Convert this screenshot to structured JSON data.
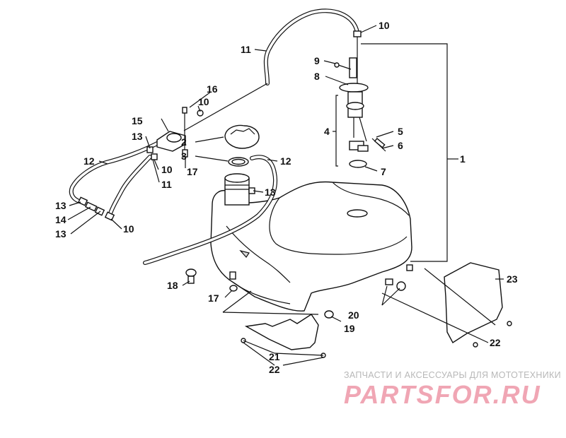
{
  "diagram": {
    "callouts": [
      {
        "id": "c1",
        "label": "1"
      },
      {
        "id": "c2",
        "label": "2"
      },
      {
        "id": "c3",
        "label": "3"
      },
      {
        "id": "c4",
        "label": "4"
      },
      {
        "id": "c5",
        "label": "5"
      },
      {
        "id": "c6",
        "label": "6"
      },
      {
        "id": "c7",
        "label": "7"
      },
      {
        "id": "c8",
        "label": "8"
      },
      {
        "id": "c9",
        "label": "9"
      },
      {
        "id": "c10a",
        "label": "10"
      },
      {
        "id": "c10b",
        "label": "10"
      },
      {
        "id": "c10c",
        "label": "10"
      },
      {
        "id": "c10d",
        "label": "10"
      },
      {
        "id": "c11a",
        "label": "11"
      },
      {
        "id": "c11b",
        "label": "11"
      },
      {
        "id": "c12a",
        "label": "12"
      },
      {
        "id": "c12b",
        "label": "12"
      },
      {
        "id": "c13a",
        "label": "13"
      },
      {
        "id": "c13b",
        "label": "13"
      },
      {
        "id": "c13c",
        "label": "13"
      },
      {
        "id": "c13d",
        "label": "13"
      },
      {
        "id": "c14",
        "label": "14"
      },
      {
        "id": "c15",
        "label": "15"
      },
      {
        "id": "c16",
        "label": "16"
      },
      {
        "id": "c17a",
        "label": "17"
      },
      {
        "id": "c17b",
        "label": "17"
      },
      {
        "id": "c18",
        "label": "18"
      },
      {
        "id": "c19",
        "label": "19"
      },
      {
        "id": "c20",
        "label": "20"
      },
      {
        "id": "c21",
        "label": "21"
      },
      {
        "id": "c22a",
        "label": "22"
      },
      {
        "id": "c22b",
        "label": "22"
      },
      {
        "id": "c23",
        "label": "23"
      }
    ]
  },
  "watermark": {
    "tagline": "ЗАПЧАСТИ И АКСЕССУАРЫ ДЛЯ МОТОТЕХНИКИ",
    "logo": "PARTSFOR.RU"
  },
  "colors": {
    "line": "#111111",
    "watermark_tagline": "#b8b8b8",
    "watermark_logo": "#f0a6b4"
  }
}
